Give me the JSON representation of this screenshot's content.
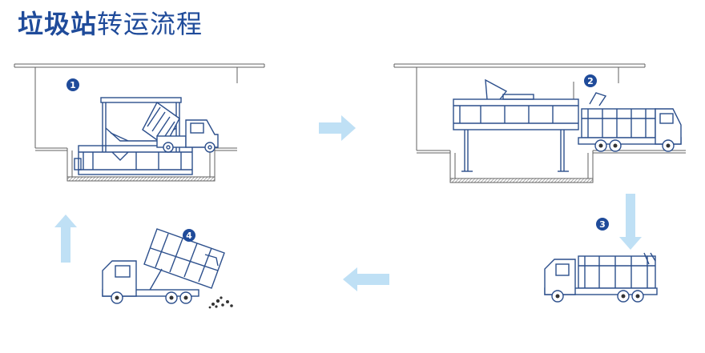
{
  "title": {
    "bold_part": "垃圾站",
    "light_part": "转运流程"
  },
  "steps": [
    {
      "number": "1"
    },
    {
      "number": "2"
    },
    {
      "number": "3"
    },
    {
      "number": "4"
    }
  ],
  "colors": {
    "title": "#1f4b9a",
    "badge": "#1f4b9a",
    "arrow": "#bfe0f5",
    "equipment": "#2c4f8c",
    "structure": "#606060"
  }
}
